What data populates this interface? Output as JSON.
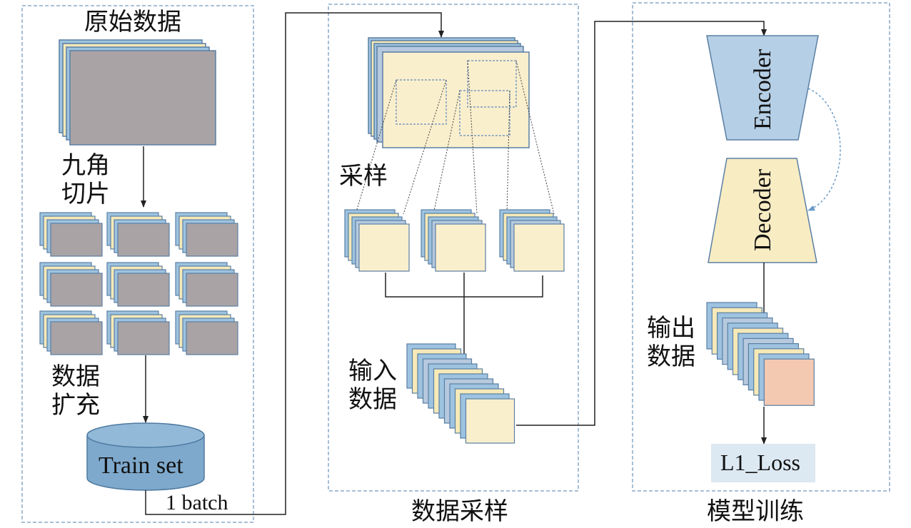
{
  "panels": {
    "raw": {
      "title": "原始数据",
      "slice_label": [
        "九角",
        "切片"
      ],
      "augment_label": [
        "数据",
        "扩充"
      ],
      "trainset_label": "Train set",
      "batch_label": "1 batch"
    },
    "sampling": {
      "sample_label": "采样",
      "input_label": [
        "输入",
        "数据"
      ],
      "caption": "数据采样"
    },
    "training": {
      "encoder_label": "Encoder",
      "decoder_label": "Decoder",
      "output_label": [
        "输出",
        "数据"
      ],
      "loss_label": "L1_Loss",
      "caption": "模型训练"
    }
  },
  "colors": {
    "panel_border": "#8aa9c8",
    "card_blue": "#9ec3e0",
    "card_yellow": "#f6e9b8",
    "card_gray": "#a9a3a5",
    "card_cream": "#faefcd",
    "card_peach": "#f3c9b2",
    "encoder_fill": "#b5cfe6",
    "decoder_fill": "#f8ecc3",
    "cylinder_fill": "#7ea9cc",
    "loss_fill": "#dce8f2",
    "line": "#222222"
  }
}
